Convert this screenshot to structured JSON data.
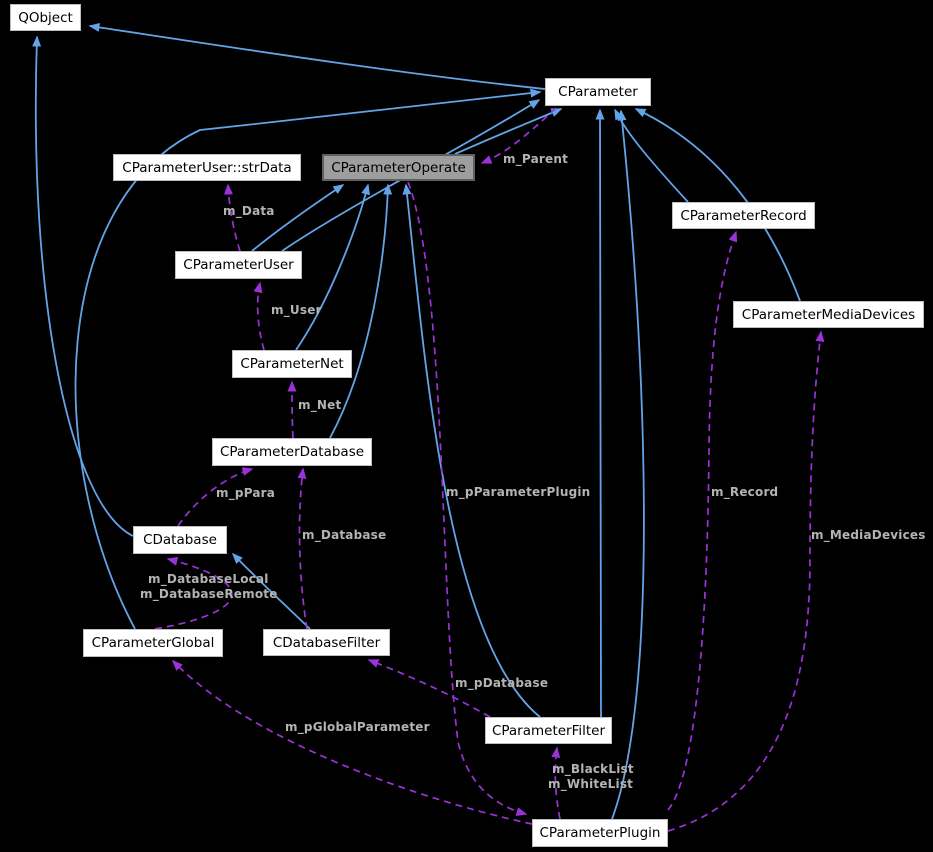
{
  "diagram": {
    "type": "doxygen-collaboration-graph",
    "background_color": "#000000",
    "colors": {
      "inheritance_edge": "#63a4e8",
      "usage_edge": "#9b32d8",
      "edge_label_text": "#b3b3b3",
      "node_background": "#ffffff",
      "node_border": "#bdbdbd",
      "node_text": "#000000",
      "highlight_node_background": "#9e9e9e",
      "highlight_node_border": "#606060"
    },
    "nodes": [
      {
        "id": "qobject",
        "label": "QObject",
        "highlighted": false
      },
      {
        "id": "cparameter",
        "label": "CParameter",
        "highlighted": false
      },
      {
        "id": "strdata",
        "label": "CParameterUser::strData",
        "highlighted": false
      },
      {
        "id": "operate",
        "label": "CParameterOperate",
        "highlighted": true
      },
      {
        "id": "record",
        "label": "CParameterRecord",
        "highlighted": false
      },
      {
        "id": "mediadevices",
        "label": "CParameterMediaDevices",
        "highlighted": false
      },
      {
        "id": "user",
        "label": "CParameterUser",
        "highlighted": false
      },
      {
        "id": "net",
        "label": "CParameterNet",
        "highlighted": false
      },
      {
        "id": "database",
        "label": "CParameterDatabase",
        "highlighted": false
      },
      {
        "id": "cdatabase",
        "label": "CDatabase",
        "highlighted": false
      },
      {
        "id": "global",
        "label": "CParameterGlobal",
        "highlighted": false
      },
      {
        "id": "dbfilter",
        "label": "CDatabaseFilter",
        "highlighted": false
      },
      {
        "id": "filter",
        "label": "CParameterFilter",
        "highlighted": false
      },
      {
        "id": "plugin",
        "label": "CParameterPlugin",
        "highlighted": false
      }
    ],
    "edge_labels": [
      {
        "text": "m_Parent"
      },
      {
        "text": "m_Data"
      },
      {
        "text": "m_User"
      },
      {
        "text": "m_Net"
      },
      {
        "text": "m_pPara"
      },
      {
        "text": "m_Database"
      },
      {
        "text": "m_DatabaseLocal"
      },
      {
        "text": "m_DatabaseRemote"
      },
      {
        "text": "m_pParameterPlugin"
      },
      {
        "text": "m_Record"
      },
      {
        "text": "m_MediaDevices"
      },
      {
        "text": "m_pDatabase"
      },
      {
        "text": "m_pGlobalParameter"
      },
      {
        "text": "m_BlackList"
      },
      {
        "text": "m_WhiteList"
      }
    ],
    "edges": [
      {
        "from": "CParameter",
        "to": "QObject",
        "type": "inheritance"
      },
      {
        "from": "CDatabase",
        "to": "QObject",
        "type": "inheritance"
      },
      {
        "from": "CParameterGlobal",
        "to": "CParameter",
        "type": "inheritance"
      },
      {
        "from": "CParameterUser",
        "to": "CParameter",
        "type": "inheritance"
      },
      {
        "from": "CParameterOperate",
        "to": "CParameter",
        "type": "inheritance"
      },
      {
        "from": "CParameterFilter",
        "to": "CParameter",
        "type": "inheritance"
      },
      {
        "from": "CParameterRecord",
        "to": "CParameter",
        "type": "inheritance"
      },
      {
        "from": "CParameterMediaDevices",
        "to": "CParameter",
        "type": "inheritance"
      },
      {
        "from": "CParameterPlugin",
        "to": "CParameter",
        "type": "inheritance"
      },
      {
        "from": "CParameterUser",
        "to": "CParameterOperate",
        "type": "inheritance"
      },
      {
        "from": "CParameterNet",
        "to": "CParameterOperate",
        "type": "inheritance"
      },
      {
        "from": "CParameterDatabase",
        "to": "CParameterOperate",
        "type": "inheritance"
      },
      {
        "from": "CParameterFilter",
        "to": "CParameterOperate",
        "type": "inheritance"
      },
      {
        "from": "CDatabaseFilter",
        "to": "CDatabase",
        "type": "inheritance"
      },
      {
        "from": "CParameter",
        "to": "CParameterOperate",
        "type": "usage",
        "label": "m_Parent"
      },
      {
        "from": "CParameterUser",
        "to": "CParameterUser::strData",
        "type": "usage",
        "label": "m_Data"
      },
      {
        "from": "CParameterNet",
        "to": "CParameterUser",
        "type": "usage",
        "label": "m_User"
      },
      {
        "from": "CParameterDatabase",
        "to": "CParameterNet",
        "type": "usage",
        "label": "m_Net"
      },
      {
        "from": "CDatabase",
        "to": "CParameterDatabase",
        "type": "usage",
        "label": "m_pPara"
      },
      {
        "from": "CDatabaseFilter",
        "to": "CParameterDatabase",
        "type": "usage",
        "label": "m_Database"
      },
      {
        "from": "CParameterGlobal",
        "to": "CDatabase",
        "type": "usage",
        "label": "m_DatabaseLocal / m_DatabaseRemote"
      },
      {
        "from": "CParameterOperate",
        "to": "CParameterPlugin",
        "type": "usage",
        "label": "m_pParameterPlugin"
      },
      {
        "from": "CParameterPlugin",
        "to": "CParameterRecord",
        "type": "usage",
        "label": "m_Record"
      },
      {
        "from": "CParameterPlugin",
        "to": "CParameterMediaDevices",
        "type": "usage",
        "label": "m_MediaDevices"
      },
      {
        "from": "CParameterFilter",
        "to": "CDatabaseFilter",
        "type": "usage",
        "label": "m_pDatabase"
      },
      {
        "from": "CParameterPlugin",
        "to": "CParameterGlobal",
        "type": "usage",
        "label": "m_pGlobalParameter"
      },
      {
        "from": "CParameterPlugin",
        "to": "CParameterFilter",
        "type": "usage",
        "label": "m_BlackList / m_WhiteList"
      }
    ]
  }
}
